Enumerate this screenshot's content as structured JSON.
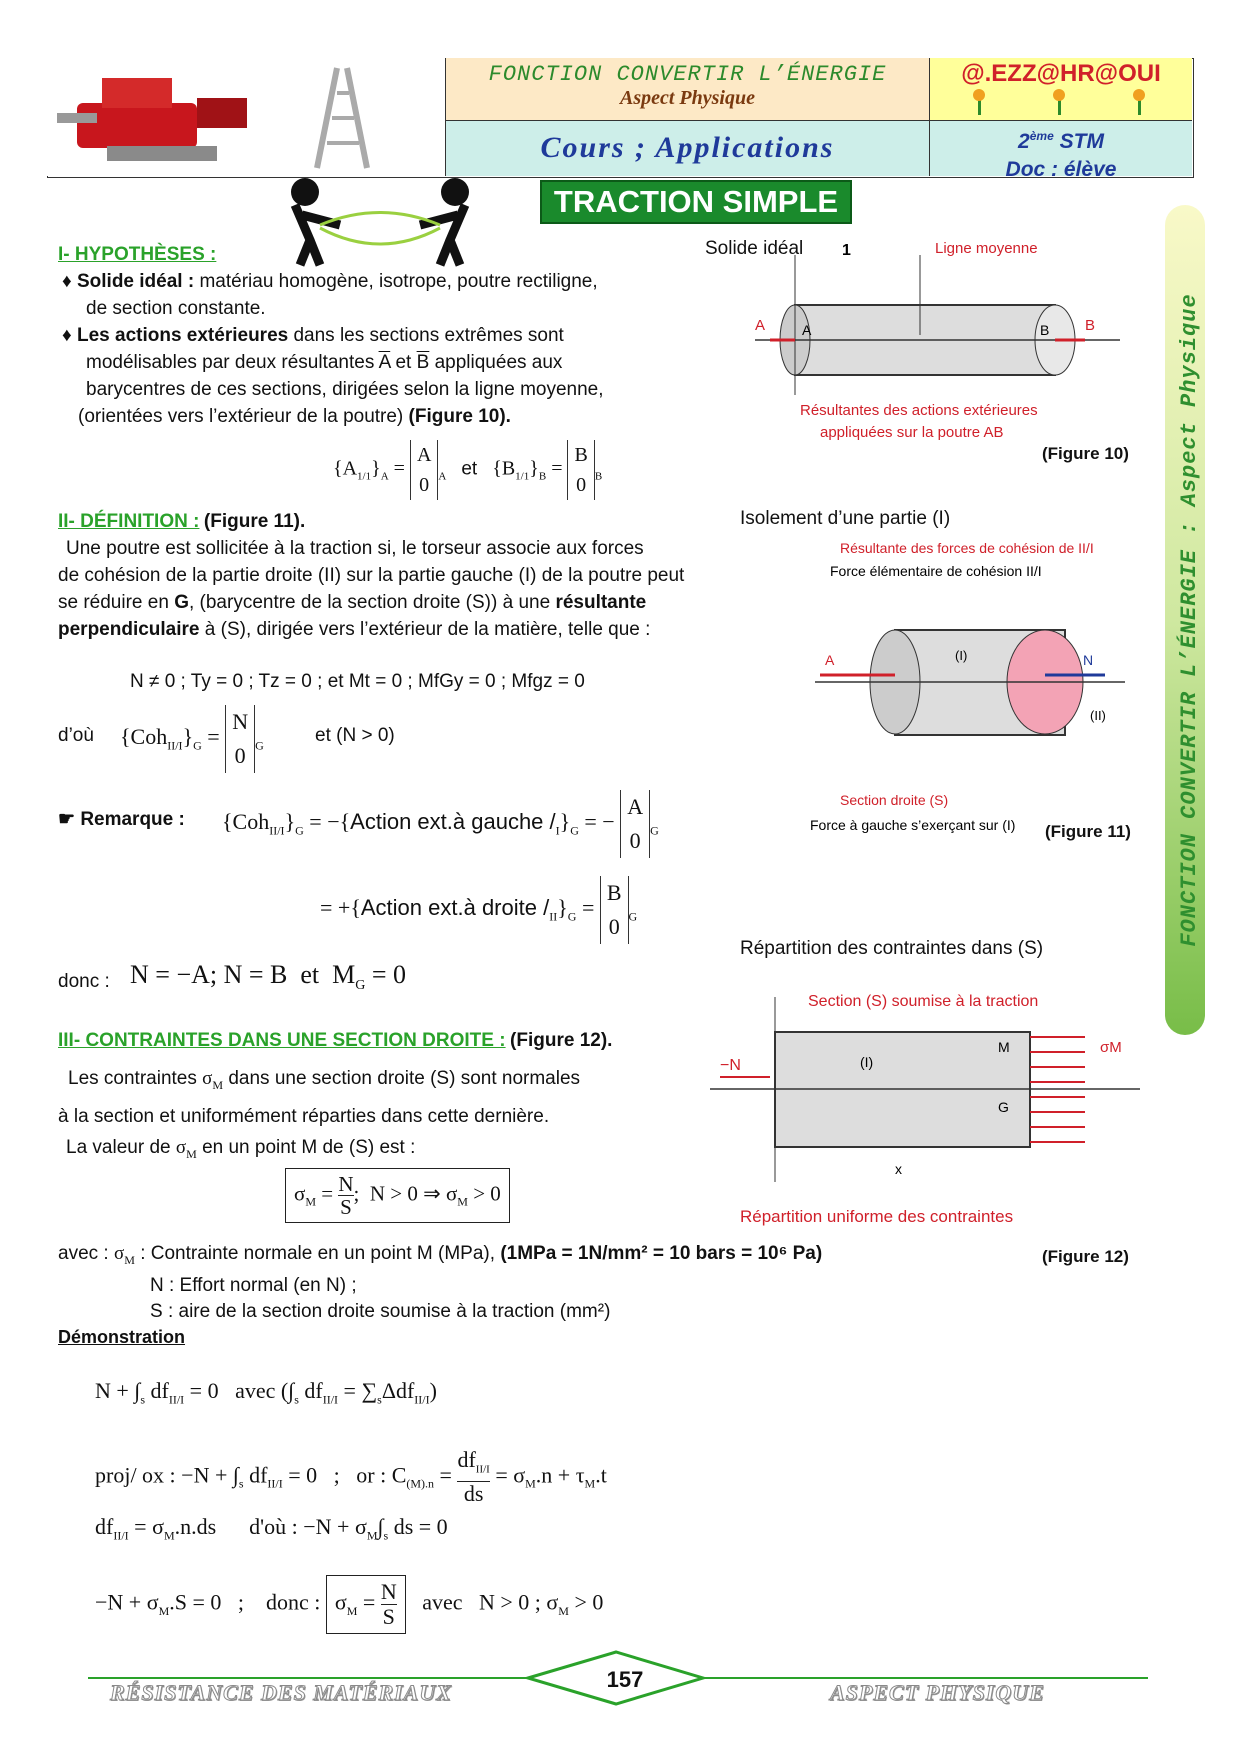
{
  "header": {
    "func": "FONCTION CONVERTIR L’ÉNERGIE",
    "aspect": "Aspect Physique",
    "cours": "Cours ; Applications",
    "site": "@.EZZ@HR@OUI",
    "stm_sup": "ème",
    "stm_num": "2",
    "stm": "STM",
    "doc": "Doc : élève"
  },
  "title": "TRACTION SIMPLE",
  "sidebar": "FONCTION CONVERTIR L’ÉNERGIE : Aspect Physique",
  "s1": {
    "title": "I- HYPOTHÈSES :",
    "b1_bold": "Solide idéal :",
    "b1": " matériau homogène, isotrope, poutre rectiligne,",
    "b1_2": "de section constante.",
    "b2_bold": "Les actions extérieures",
    "b2": " dans les sections extrêmes sont",
    "b2_2": "modélisables par deux résultantes",
    "b2_2b": "et",
    "b2_2c": "appliquées aux",
    "b2_3": "barycentres de ces sections, dirigées selon la ligne moyenne,",
    "b2_4": "(orientées vers l’extérieur de la poutre)",
    "b2_4b": "(Figure 10).",
    "et": "et"
  },
  "fig10": {
    "caption": "(Figure 10)",
    "label": "Solide idéal",
    "num": "1",
    "ligne": "Ligne moyenne",
    "res1": "Résultantes des actions extérieures",
    "res2": "appliquées sur la poutre AB"
  },
  "s2": {
    "title": "II- DÉFINITION :",
    "fig": "(Figure 11).",
    "p1": "Une poutre est sollicitée à la traction si, le torseur associe aux forces",
    "p2": "de cohésion de la partie droite (II) sur la partie gauche (I) de la poutre peut",
    "p3a": "se réduire en",
    "p3b": "G",
    "p3c": ", (barycentre de la section droite (S)) à une",
    "p3d": "résultante",
    "p4a": "perpendiculaire",
    "p4b": " à (S), dirigée vers l’extérieur de la matière, telle que :",
    "cond": "N ≠ 0 ; Ty = 0 ; Tz = 0 ; et Mt = 0 ; MfGy = 0 ; Mfgz = 0",
    "dou": "d’où",
    "et_n": "et  (N > 0)",
    "remarque": "Remarque :",
    "act_g": "Action ext.à gauche /",
    "act_d": "Action ext.à droite /",
    "donc": "donc :"
  },
  "fig11": {
    "label": "Isolement d’une partie (I)",
    "caption": "(Figure 11)",
    "r1": "Résultante des forces de cohésion de II/I",
    "r2": "Force élémentaire de cohésion II/I",
    "r3": "Section droite (S)",
    "r4": "Force à gauche s’exerçant sur (I)"
  },
  "s3": {
    "title": "III- CONTRAINTES DANS UNE SECTION DROITE :",
    "fig": "(Figure 12).",
    "p1a": "Les contraintes",
    "p1b": "dans une section droite (S) sont normales",
    "p2": "à la section et uniformément réparties dans cette dernière.",
    "p3a": "La valeur de",
    "p3b": "en un point M de (S) est :",
    "avec": "avec :",
    "def1": ": Contrainte normale en un point M (MPa),",
    "def1b": "(1MPa = 1N/mm² = 10 bars = 10⁶ Pa)",
    "def2": "N : Effort normal (en N) ;",
    "def3": "S : aire de la section droite soumise à la traction (mm²)",
    "demo": "Démonstration"
  },
  "fig12": {
    "label": "Répartition des contraintes dans (S)",
    "caption": "(Figure 12)",
    "r1": "Section (S) soumise à la traction",
    "r2": "Répartition uniforme des contraintes"
  },
  "footer": {
    "left": "RÉSISTANCE DES MATÉRIAUX",
    "page": "157",
    "right": "ASPECT PHYSIQUE"
  },
  "colors": {
    "green": "#1a8a2c",
    "orange_bg": "#fde9c6",
    "teal_bg": "#cdeee9",
    "yellow_bg": "#ffff9a"
  }
}
